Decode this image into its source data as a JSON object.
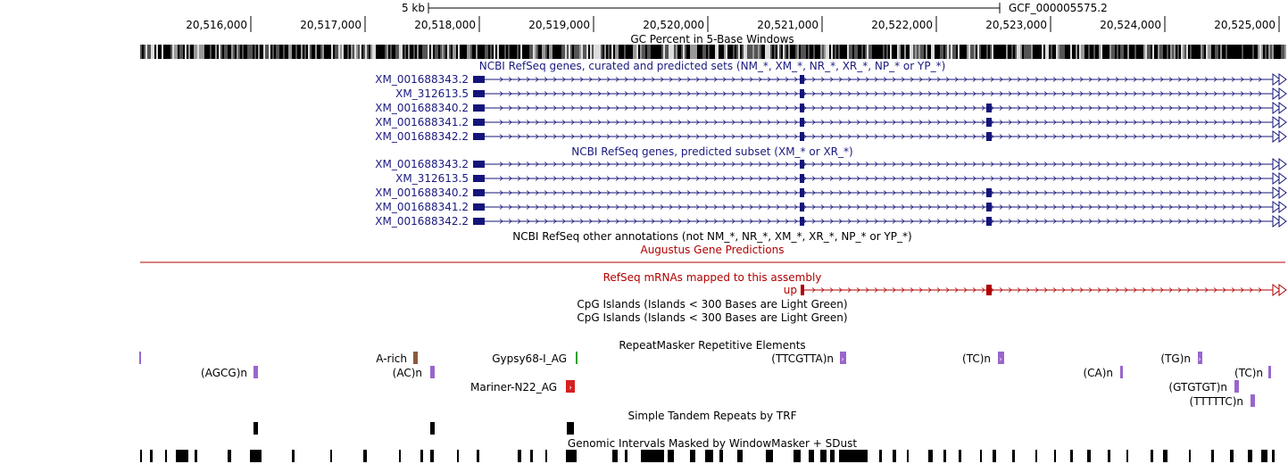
{
  "ruler": {
    "scale_label": "5 kb",
    "assembly_label": "GCF_000005575.2",
    "positions": [
      "20,516,000",
      "20,517,000",
      "20,518,000",
      "20,519,000",
      "20,520,000",
      "20,521,000",
      "20,522,000",
      "20,523,000",
      "20,524,000",
      "20,525,000"
    ]
  },
  "gc_track": {
    "title": "GC Percent in 5-Base Windows"
  },
  "refseq_curated": {
    "title": "NCBI RefSeq genes, curated and predicted sets (NM_*, XM_*, NR_*, XR_*, NP_* or YP_*)",
    "genes": [
      "XM_001688343.2",
      "XM_312613.5",
      "XM_001688340.2",
      "XM_001688341.2",
      "XM_001688342.2"
    ]
  },
  "refseq_predicted": {
    "title": "NCBI RefSeq genes, predicted subset (XM_* or XR_*)",
    "genes": [
      "XM_001688343.2",
      "XM_312613.5",
      "XM_001688340.2",
      "XM_001688341.2",
      "XM_001688342.2"
    ]
  },
  "refseq_other": {
    "title": "NCBI RefSeq other annotations (not NM_*, NR_*, XM_*, XR_*, NP_* or YP_*)"
  },
  "augustus": {
    "title": "Augustus Gene Predictions"
  },
  "mrna": {
    "title": "RefSeq mRNAs mapped to this assembly",
    "item_label": "up"
  },
  "cpg": {
    "title1": "CpG Islands (Islands < 300 Bases are Light Green)",
    "title2": "CpG Islands (Islands < 300 Bases are Light Green)"
  },
  "repeatmasker": {
    "title": "RepeatMasker Repetitive Elements",
    "labels": [
      "A-rich",
      "Gypsy68-I_AG",
      "(TTCGTTA)n",
      "(TC)n",
      "(TG)n",
      "(AGCG)n",
      "(AC)n",
      "(CA)n",
      "(TC)n",
      "Mariner-N22_AG",
      "(GTGTGT)n",
      "(TTTTTC)n"
    ]
  },
  "trf": {
    "title": "Simple Tandem Repeats by TRF"
  },
  "windowmasker": {
    "title": "Genomic Intervals Masked by WindowMasker + SDust"
  },
  "colors": {
    "gene_navy": "#14147a",
    "text_navy": "#1a1a80",
    "augustus_red": "#b00000",
    "repeat_purple": "#9966cc",
    "repeat_brown": "#8b5a3c",
    "repeat_green": "#2ca02c",
    "repeat_red": "#d42020"
  }
}
